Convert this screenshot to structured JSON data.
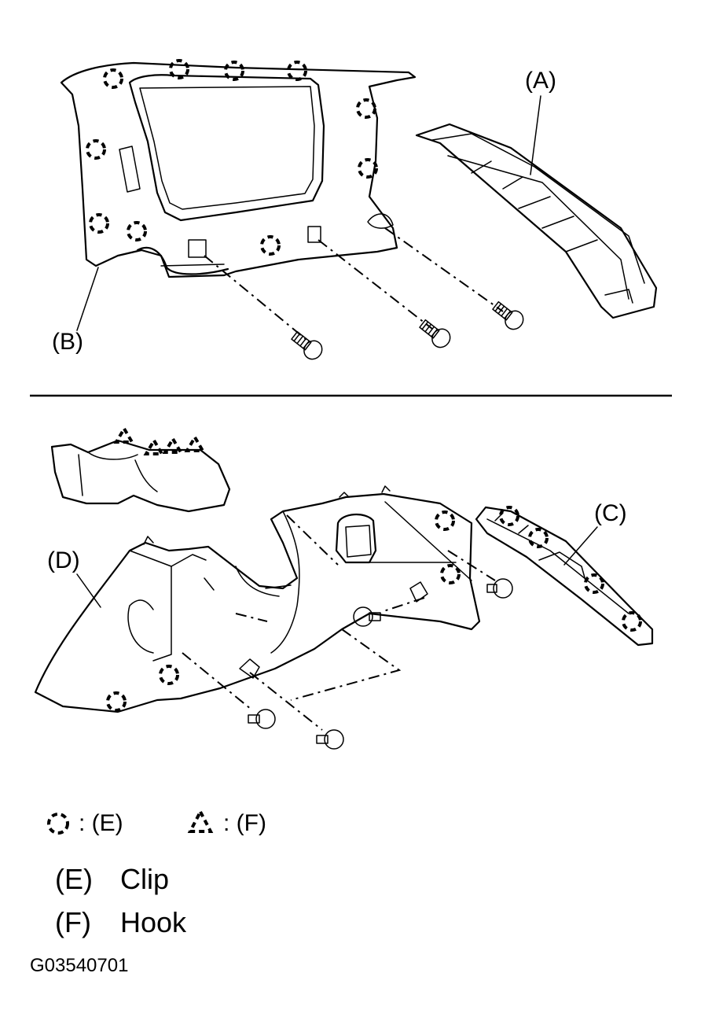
{
  "callouts": {
    "a": "(A)",
    "b": "(B)",
    "c": "(C)",
    "d": "(D)"
  },
  "legend": {
    "clip_symbol_label": ": (E)",
    "hook_symbol_label": ": (F)",
    "e_key": "(E)",
    "e_name": "Clip",
    "f_key": "(F)",
    "f_name": "Hook"
  },
  "figure_code": "G03540701",
  "icons": [
    "clip-symbol-icon",
    "hook-symbol-icon",
    "screw-icon",
    "push-pin-clip-icon"
  ]
}
